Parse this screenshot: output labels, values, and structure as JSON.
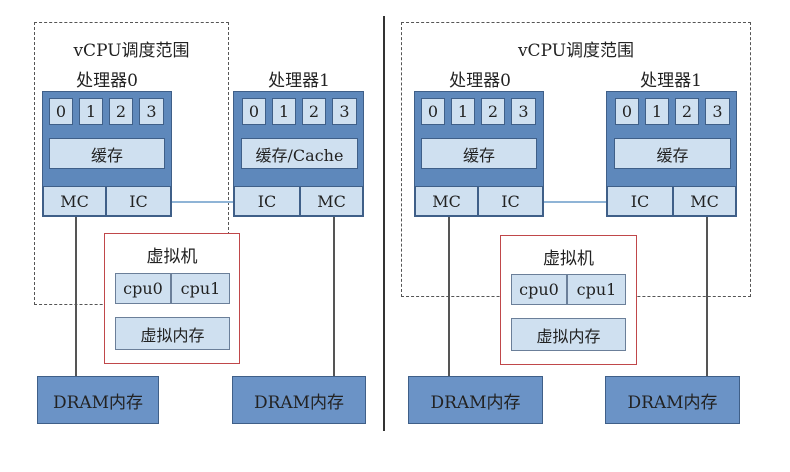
{
  "diagrams": [
    {
      "scope_label": "vCPU调度范围",
      "processors": [
        {
          "name": "处理器0",
          "cores": [
            "0",
            "1",
            "2",
            "3"
          ],
          "cache": "缓存",
          "ctrl_left": "MC",
          "ctrl_right": "IC"
        },
        {
          "name": "处理器1",
          "cores": [
            "0",
            "1",
            "2",
            "3"
          ],
          "cache": "缓存/Cache",
          "ctrl_left": "IC",
          "ctrl_right": "MC"
        }
      ],
      "vm": {
        "title": "虚拟机",
        "cpus": [
          "cpu0",
          "cpu1"
        ],
        "memory": "虚拟内存"
      },
      "drams": [
        "DRAM内存",
        "DRAM内存"
      ]
    },
    {
      "scope_label": "vCPU调度范围",
      "processors": [
        {
          "name": "处理器0",
          "cores": [
            "0",
            "1",
            "2",
            "3"
          ],
          "cache": "缓存",
          "ctrl_left": "MC",
          "ctrl_right": "IC"
        },
        {
          "name": "处理器1",
          "cores": [
            "0",
            "1",
            "2",
            "3"
          ],
          "cache": "缓存",
          "ctrl_left": "IC",
          "ctrl_right": "MC"
        }
      ],
      "vm": {
        "title": "虚拟机",
        "cpus": [
          "cpu0",
          "cpu1"
        ],
        "memory": "虚拟内存"
      },
      "drams": [
        "DRAM内存",
        "DRAM内存"
      ]
    }
  ]
}
